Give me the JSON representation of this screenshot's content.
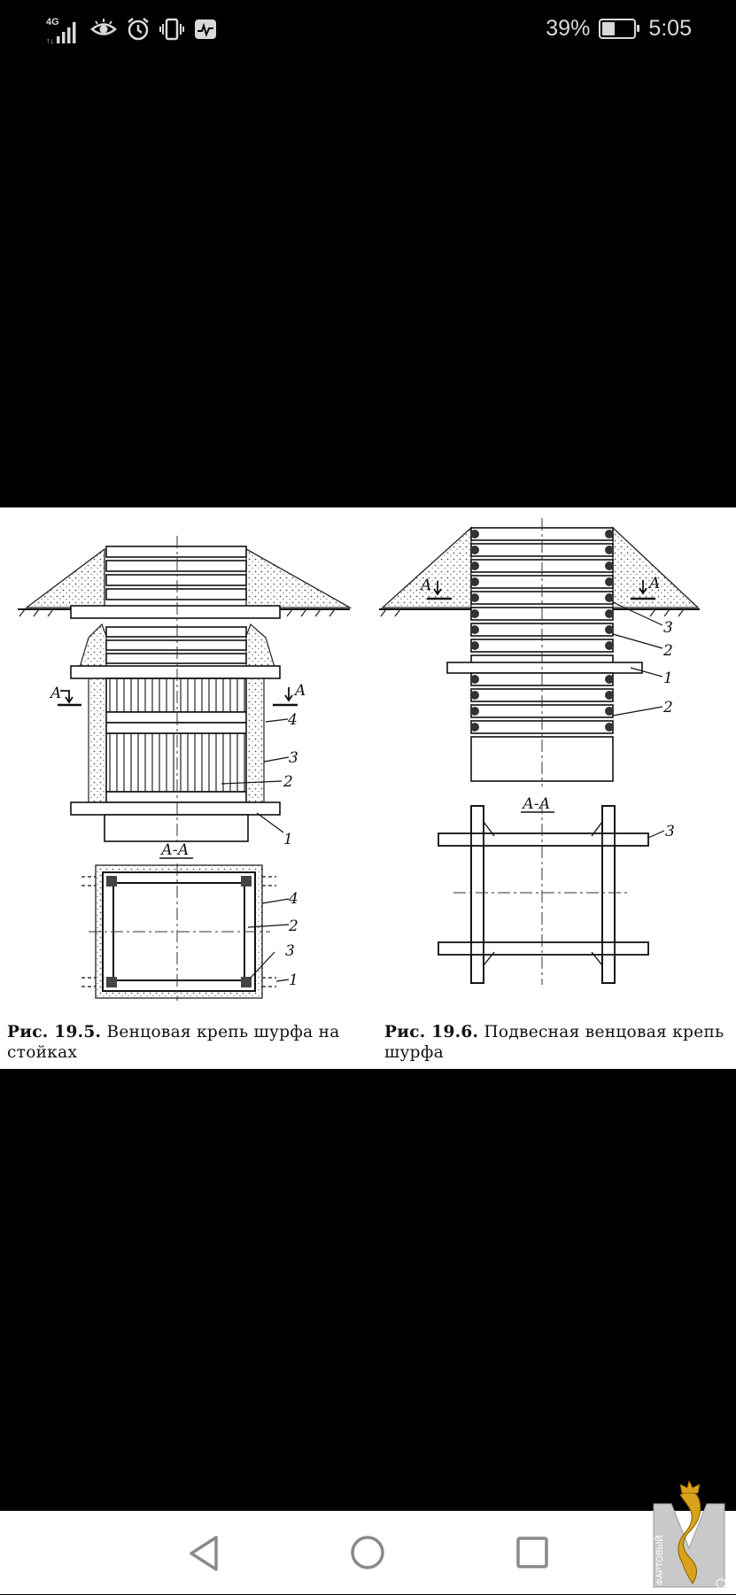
{
  "status_bar": {
    "network": "4G",
    "battery_percent": "39%",
    "battery_level": 0.39,
    "time": "5:05",
    "icons": [
      "signal-icon",
      "eye-icon",
      "alarm-icon",
      "vibrate-icon",
      "activity-icon",
      "battery-icon"
    ]
  },
  "image": {
    "fig_left": {
      "section_label": "А-А",
      "callouts": [
        "А",
        "А",
        "4",
        "3",
        "2",
        "1",
        "4",
        "2",
        "3",
        "1"
      ],
      "caption_num": "Рис. 19.5.",
      "caption_line1": "Венцовая крепь шурфа на",
      "caption_line2": "стойках"
    },
    "fig_right": {
      "section_label": "А-А",
      "callouts": [
        "А",
        "А",
        "3",
        "2",
        "1",
        "2",
        "3"
      ],
      "caption_num": "Рис. 19.6.",
      "caption_line1": "Подвесная венцовая крепь",
      "caption_line2": "шурфа"
    }
  },
  "watermark_text": "ФАРТОВЫЙ",
  "nav_bar": {
    "icons": [
      "back-icon",
      "home-icon",
      "recents-icon"
    ]
  }
}
